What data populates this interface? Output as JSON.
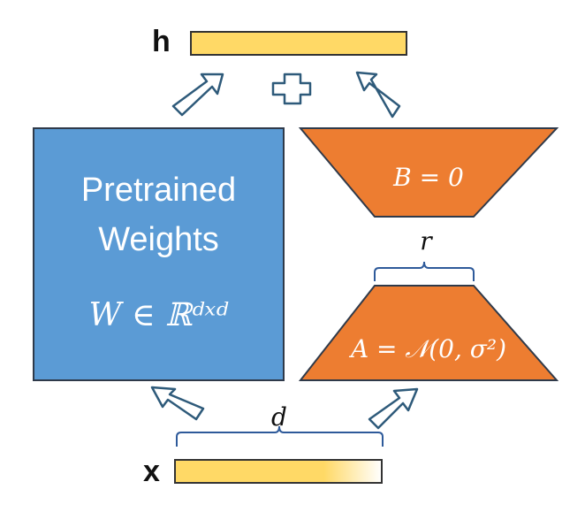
{
  "output_label": "h",
  "input_label": "x",
  "pretrained": {
    "line1": "Pretrained",
    "line2": "Weights",
    "math": "W ∈ ℝᵈˣᵈ"
  },
  "matrix_b": {
    "math": "B = 0"
  },
  "matrix_a": {
    "math": "A = 𝒩(0, σ²)"
  },
  "rank_label": "r",
  "dim_label": "d",
  "colors": {
    "pretrained_fill": "#5b9bd5",
    "pretrained_border": "#2f3a4a",
    "lora_fill": "#ed7d31",
    "lora_border": "#2f3a4a",
    "vector_fill": "#ffd966",
    "vector_border": "#333333",
    "arrow_border": "#2e5a7a",
    "brace_color": "#2e5a9a"
  }
}
